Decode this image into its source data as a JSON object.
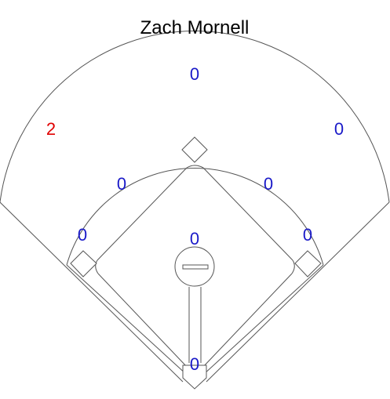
{
  "player": {
    "name": "Zach Mornell"
  },
  "colors": {
    "zero": "#1a1ac8",
    "nonzero": "#e00000",
    "lines": "#555555"
  },
  "zones": {
    "center_field": "0",
    "left_field": "2",
    "right_field": "0",
    "shortstop": "0",
    "second_base": "0",
    "third_base": "0",
    "pitcher": "0",
    "first_base": "0",
    "catcher": "0"
  }
}
